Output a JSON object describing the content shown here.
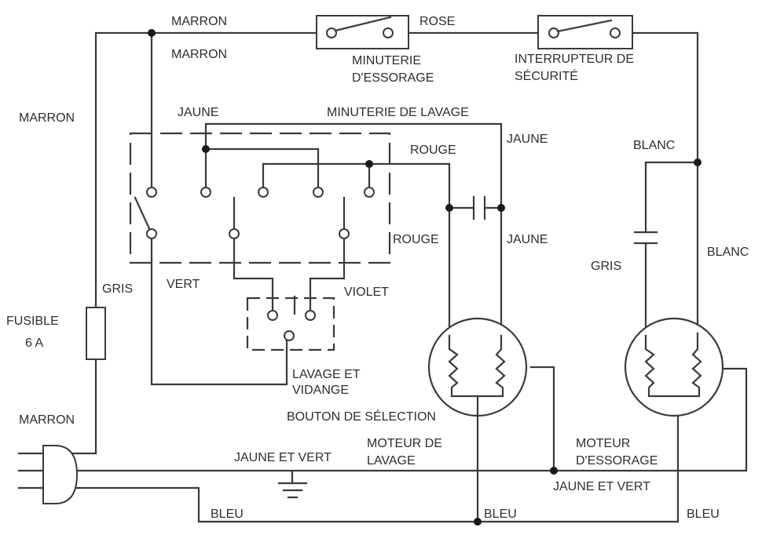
{
  "labels": {
    "marron_top": "MARRON",
    "marron_top2": "MARRON",
    "marron_left": "MARRON",
    "marron_plug": "MARRON",
    "rose": "ROSE",
    "minuterie_essorage_1": "MINUTERIE",
    "minuterie_essorage_2": "D'ESSORAGE",
    "interrupteur_1": "INTERRUPTEUR DE",
    "interrupteur_2": "SÉCURITÉ",
    "jaune_top": "JAUNE",
    "minuterie_lavage": "MINUTERIE DE LAVAGE",
    "jaune_right": "JAUNE",
    "rouge_top": "ROUGE",
    "rouge_mid": "ROUGE",
    "jaune_mid": "JAUNE",
    "blanc_top": "BLANC",
    "blanc_right": "BLANC",
    "gris_right": "GRIS",
    "gris_left": "GRIS",
    "vert": "VERT",
    "violet": "VIOLET",
    "fusible_1": "FUSIBLE",
    "fusible_2": "6 A",
    "lavage_1": "LAVAGE ET",
    "lavage_2": "VIDANGE",
    "bouton": "BOUTON DE SÉLECTION",
    "moteur_lavage_1": "MOTEUR DE",
    "moteur_lavage_2": "LAVAGE",
    "moteur_essorage_1": "MOTEUR",
    "moteur_essorage_2": "D'ESSORAGE",
    "jaune_vert_left": "JAUNE ET VERT",
    "jaune_vert_right": "JAUNE ET VERT",
    "bleu_left": "BLEU",
    "bleu_mid": "BLEU",
    "bleu_right": "BLEU"
  },
  "colors": {
    "wire": "#3a3a3a",
    "text": "#2e2e2e",
    "background": "#ffffff"
  }
}
